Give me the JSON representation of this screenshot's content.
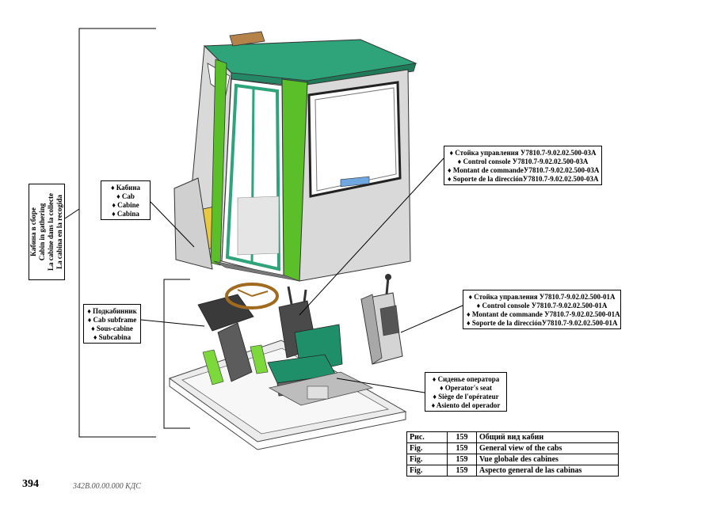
{
  "assembly_label": [
    "Кабина в сборе",
    "Cabin in gathering",
    "La cabine dans la collecte",
    "La cabina en la recogida"
  ],
  "cab_label": [
    "♦ Кабина",
    "♦ Cab",
    "♦ Cabine",
    "♦ Cabina"
  ],
  "subframe_label": [
    "♦ Подкабинник",
    "♦ Cab subframe",
    "♦ Sous-cabine",
    "♦ Subcabina"
  ],
  "console_03a_label": [
    "♦ Стойка управления У7810.7-9.02.02.500-03А",
    "♦ Control console У7810.7-9.02.02.500-03А",
    "♦ Montant de commandeУ7810.7-9.02.02.500-03А",
    "♦ Soporte de la direcciónУ7810.7-9.02.02.500-03А"
  ],
  "console_01a_label": [
    "♦ Стойка управления У7810.7-9.02.02.500-01А",
    "♦ Control console У7810.7-9.02.02.500-01А",
    "♦ Montant de commande У7810.7-9.02.02.500-01А",
    "♦ Soporte de la direcciónУ7810.7-9.02.02.500-01А"
  ],
  "seat_label": [
    "♦ Сиденье оператора",
    "♦ Operator's seat",
    "♦ Siège de l'opérateur",
    "♦ Asiento del operador"
  ],
  "figure_table": [
    {
      "prefix": "Рис.",
      "number": "159",
      "caption": "Общий вид кабин"
    },
    {
      "prefix": "Fig.",
      "number": "159",
      "caption": "General view of the cabs"
    },
    {
      "prefix": "Fig.",
      "number": "159",
      "caption": "Vue globale des cabines"
    },
    {
      "prefix": "Fig.",
      "number": "159",
      "caption": "Aspecto general de las cabinas"
    }
  ],
  "page_number": "394",
  "document_code": "342В.00.00.000 КДС",
  "colors": {
    "cab_roof": "#2fa37a",
    "cab_pillar": "#5bbf2a",
    "panel": "#d9d9d9",
    "seat": "#1f8f6a",
    "steering": "#a06a1f",
    "frame_outline": "#555555"
  }
}
